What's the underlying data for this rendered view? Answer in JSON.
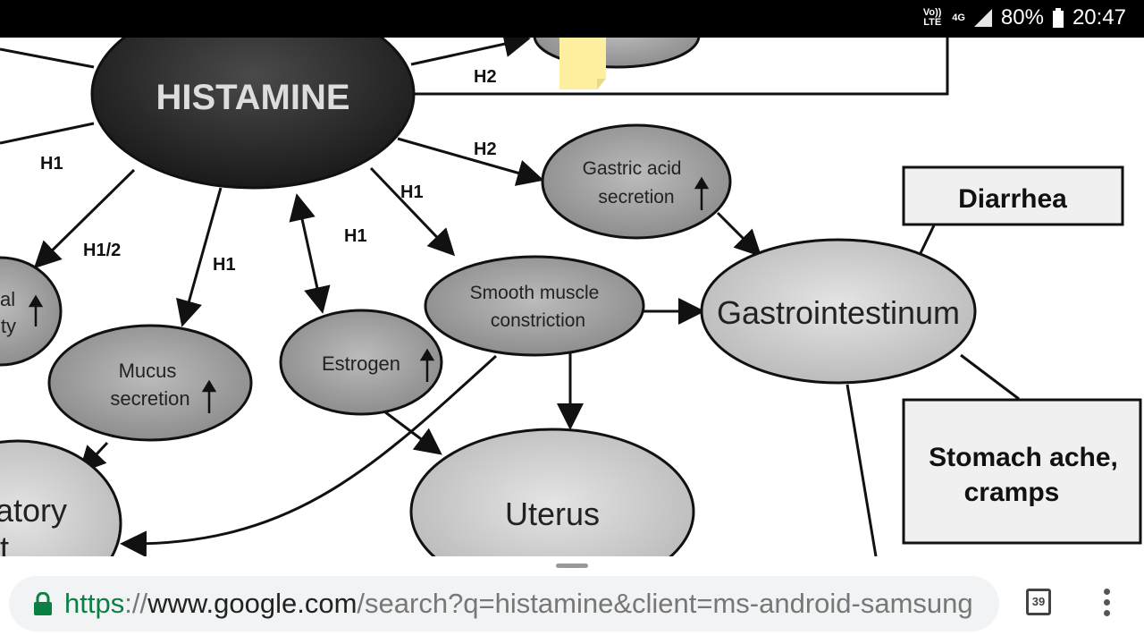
{
  "status_bar": {
    "volte": "Vo)) LTE",
    "network": "4G",
    "battery": "80%",
    "time": "20:47"
  },
  "diagram": {
    "histamine": "HISTAMINE",
    "gastric": [
      "Gastric acid",
      "secretion"
    ],
    "diarrhea": "Diarrhea",
    "gastro": "Gastrointestinum",
    "smooth": [
      "Smooth muscle",
      "constriction"
    ],
    "estrogen": "Estrogen",
    "mucus": [
      "Mucus",
      "secretion"
    ],
    "uterus": "Uterus",
    "stomach": [
      "Stomach ache,",
      "cramps"
    ],
    "left_partial": [
      "al",
      "ity"
    ],
    "bottom_left_partial": [
      "atory",
      "t"
    ],
    "labels": {
      "h2_top": "H2",
      "h2_gastric": "H2",
      "h1_left": "H1",
      "h1_2": "H1/2",
      "h1_mucus": "H1",
      "h1_estrogen": "H1",
      "h1_smooth": "H1"
    }
  },
  "browser": {
    "url_scheme": "https",
    "url_sep": "://",
    "url_host": "www.google.com",
    "url_path": "/search?q=histamine&client=ms-android-samsung",
    "tab_count": "39"
  },
  "colors": {
    "lock": "#0b8043",
    "note": "#fdeea0"
  }
}
